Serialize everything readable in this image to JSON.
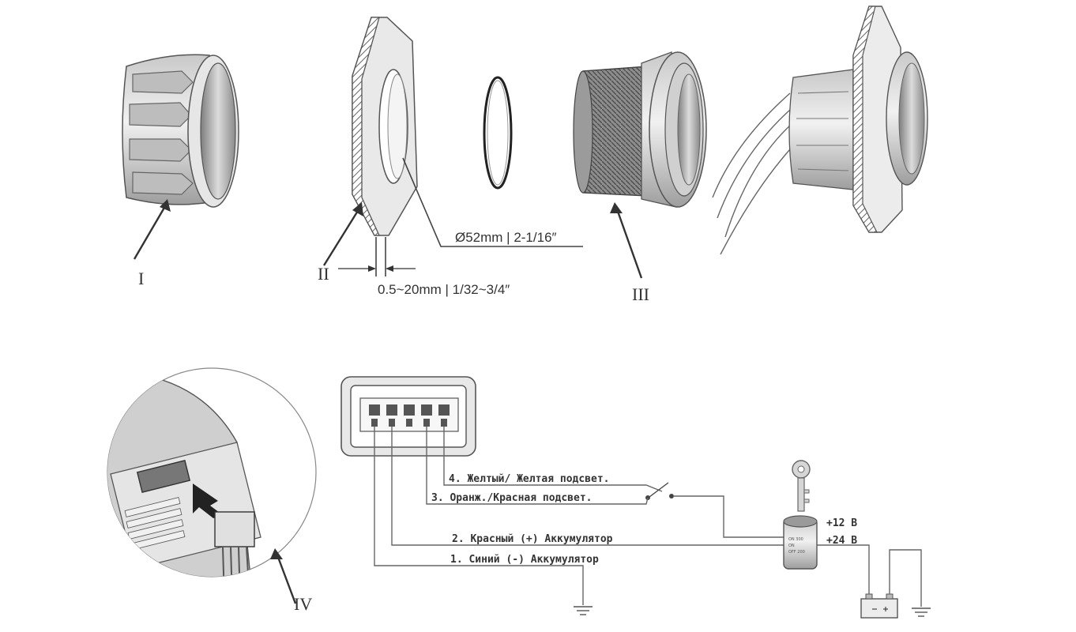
{
  "parts": {
    "label_I": "I",
    "label_II": "II",
    "label_III": "III",
    "label_IV": "IV"
  },
  "dimensions": {
    "diameter": "Ø52mm | 2-1/16″",
    "thickness": "0.5~20mm | 1/32~3/4″"
  },
  "wiring": {
    "wire4": "4. Желтый/ Желтая подсвет.",
    "wire3": "3. Оранж./Красная подсвет.",
    "wire2": "2. Красный (+) Аккумулятор",
    "wire1": "1. Синий (-) Аккумулятор",
    "v12": "+12 В",
    "v24": "+24 В"
  },
  "switch_text": {
    "line1": "ON 300",
    "line2": "ON",
    "line3": "OFF 200"
  },
  "colors": {
    "metal": "#d9d9d9",
    "metal_dark": "#9a9a9a",
    "ink": "#444444"
  }
}
